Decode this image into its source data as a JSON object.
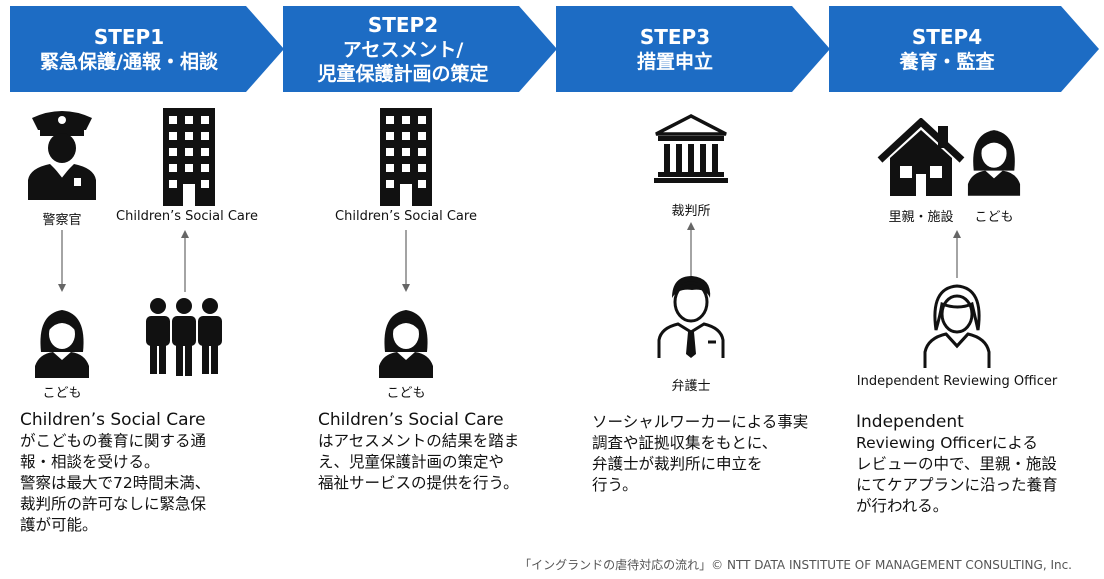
{
  "colors": {
    "step_fill": "#1d6cc4",
    "icon": "#111111",
    "arrow": "#666666"
  },
  "steps": [
    {
      "title": "STEP1",
      "subtitle_1": "緊急保護/通報・相談",
      "subtitle_2": ""
    },
    {
      "title": "STEP2",
      "subtitle_1": "アセスメント/",
      "subtitle_2": "児童保護計画の策定"
    },
    {
      "title": "STEP3",
      "subtitle_1": "措置申立",
      "subtitle_2": ""
    },
    {
      "title": "STEP4",
      "subtitle_1": "養育・監査",
      "subtitle_2": ""
    }
  ],
  "labels": {
    "police": "警察官",
    "social_care_1": "Children’s Social Care",
    "social_care_2": "Children’s Social Care",
    "child_1": "こども",
    "child_2": "こども",
    "court": "裁判所",
    "lawyer": "弁護士",
    "foster": "里親・施設",
    "child_3": "こども",
    "iro": "Independent Reviewing Officer"
  },
  "descriptions": {
    "step1": [
      "Children’s Social Care",
      "がこどもの養育に関する通",
      "報・相談を受ける。",
      "警察は最大で72時間未満、",
      "裁判所の許可なしに緊急保",
      "護が可能。"
    ],
    "step2": [
      "Children’s Social Care",
      "はアセスメントの結果を踏ま",
      "え、児童保護計画の策定や",
      "福祉サービスの提供を行う。"
    ],
    "step3": [
      "ソーシャルワーカーによる事実",
      "調査や証拠収集をもとに、",
      "弁護士が裁判所に申立を",
      "行う。"
    ],
    "step4": [
      "Independent",
      "Reviewing Officerによる",
      "レビューの中で、里親・施設",
      "にてケアプランに沿った養育",
      "が行われる。"
    ]
  },
  "footer": "「イングランドの虐待対応の流れ」© NTT DATA INSTITUTE OF MANAGEMENT CONSULTING, Inc."
}
